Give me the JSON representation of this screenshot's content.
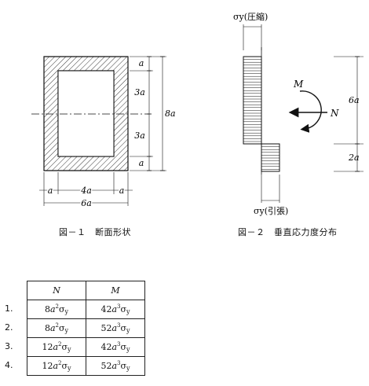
{
  "fig1": {
    "caption": "図－１　断面形状",
    "label_a_top": "a",
    "label_3a_upper": "3a",
    "label_3a_lower": "3a",
    "label_a_bottom": "a",
    "label_8a": "8a",
    "label_a_left": "a",
    "label_4a": "4a",
    "label_a_right": "a",
    "label_6a": "6a"
  },
  "fig2": {
    "caption": "図－２　垂直応力度分布",
    "sigma_top": "σy(圧縮)",
    "sigma_bottom": "σy(引張)",
    "moment_label": "M",
    "axial_label": "N",
    "label_6a": "6a",
    "label_2a": "2a"
  },
  "table": {
    "header_N": "N",
    "header_M": "M",
    "rows": [
      {
        "num": "1.",
        "N": "8a2σy",
        "M": "42a3σy"
      },
      {
        "num": "2.",
        "N": "8a2σy",
        "M": "52a3σy"
      },
      {
        "num": "3.",
        "N": "12a2σy",
        "M": "42a3σy"
      },
      {
        "num": "4.",
        "N": "12a2σy",
        "M": "52a3σy"
      }
    ]
  }
}
